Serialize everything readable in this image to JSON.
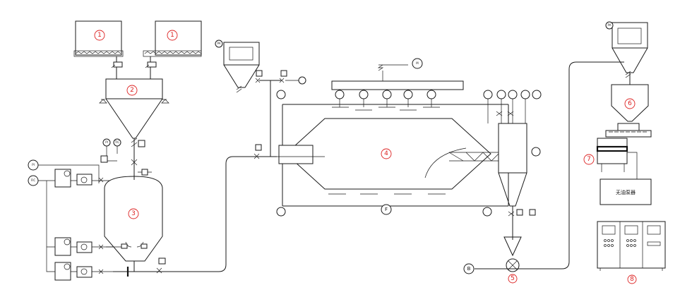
{
  "diagram": {
    "equipment_numbers": [
      "1",
      "1",
      "2",
      "3",
      "4",
      "5",
      "6",
      "7",
      "8"
    ],
    "letter_labels": [
      "F",
      "B"
    ],
    "controller_label": "无油泵器"
  }
}
